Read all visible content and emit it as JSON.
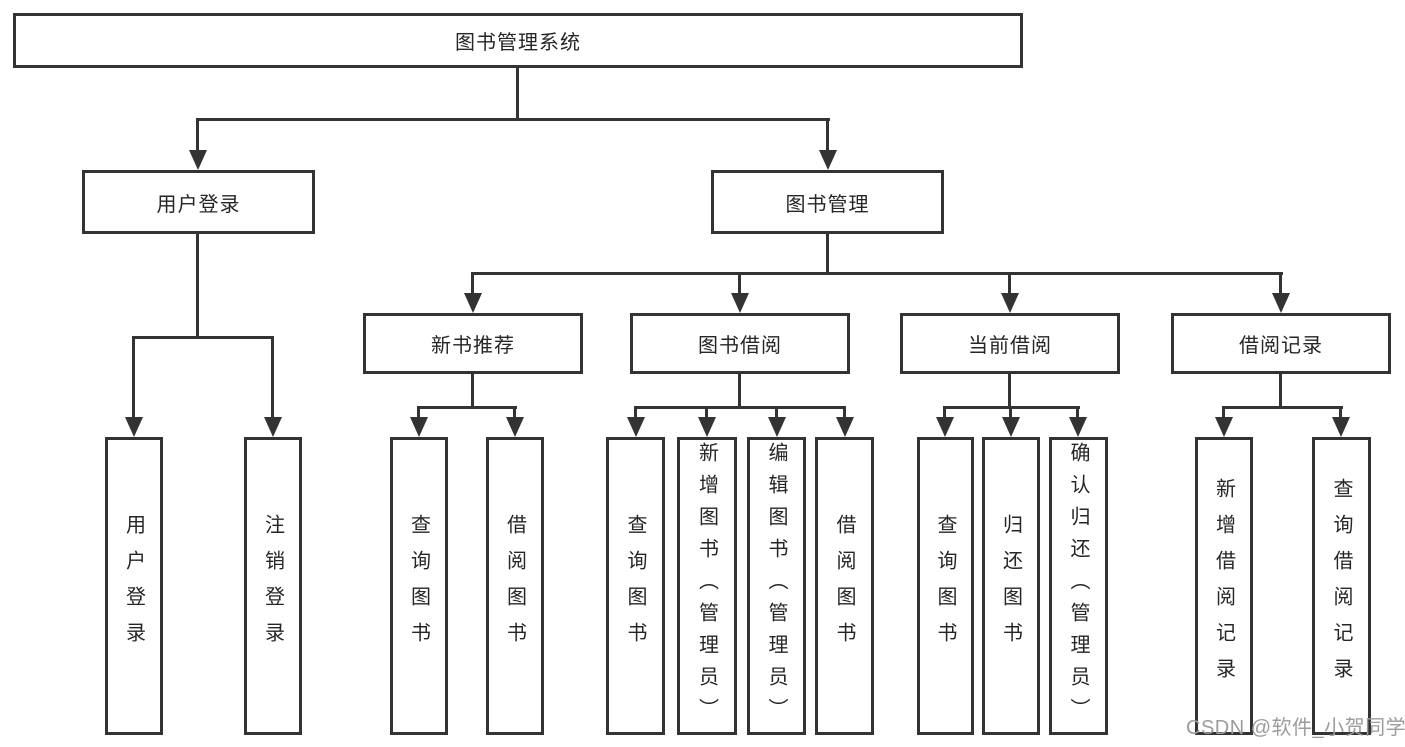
{
  "diagram": {
    "root": {
      "label": "图书管理系统"
    },
    "user_branch": {
      "label": "用户登录",
      "children": [
        {
          "label": "用户登录"
        },
        {
          "label": "注销登录"
        }
      ]
    },
    "book_branch": {
      "label": "图书管理",
      "sections": [
        {
          "label": "新书推荐",
          "children": [
            {
              "label": "查询图书"
            },
            {
              "label": "借阅图书"
            }
          ]
        },
        {
          "label": "图书借阅",
          "children": [
            {
              "label": "查询图书"
            },
            {
              "label": "新增图书（管理员）"
            },
            {
              "label": "编辑图书（管理员）"
            },
            {
              "label": "借阅图书"
            }
          ]
        },
        {
          "label": "当前借阅",
          "children": [
            {
              "label": "查询图书"
            },
            {
              "label": "归还图书"
            },
            {
              "label": "确认归还（管理员）"
            }
          ]
        },
        {
          "label": "借阅记录",
          "children": [
            {
              "label": "新增借阅记录"
            },
            {
              "label": "查询借阅记录"
            }
          ]
        }
      ]
    },
    "watermark": "CSDN @软件_小贺同学",
    "colors": {
      "line": "#333333",
      "text": "#262626",
      "watermark": "#9c9c9c",
      "background": "#ffffff"
    }
  }
}
